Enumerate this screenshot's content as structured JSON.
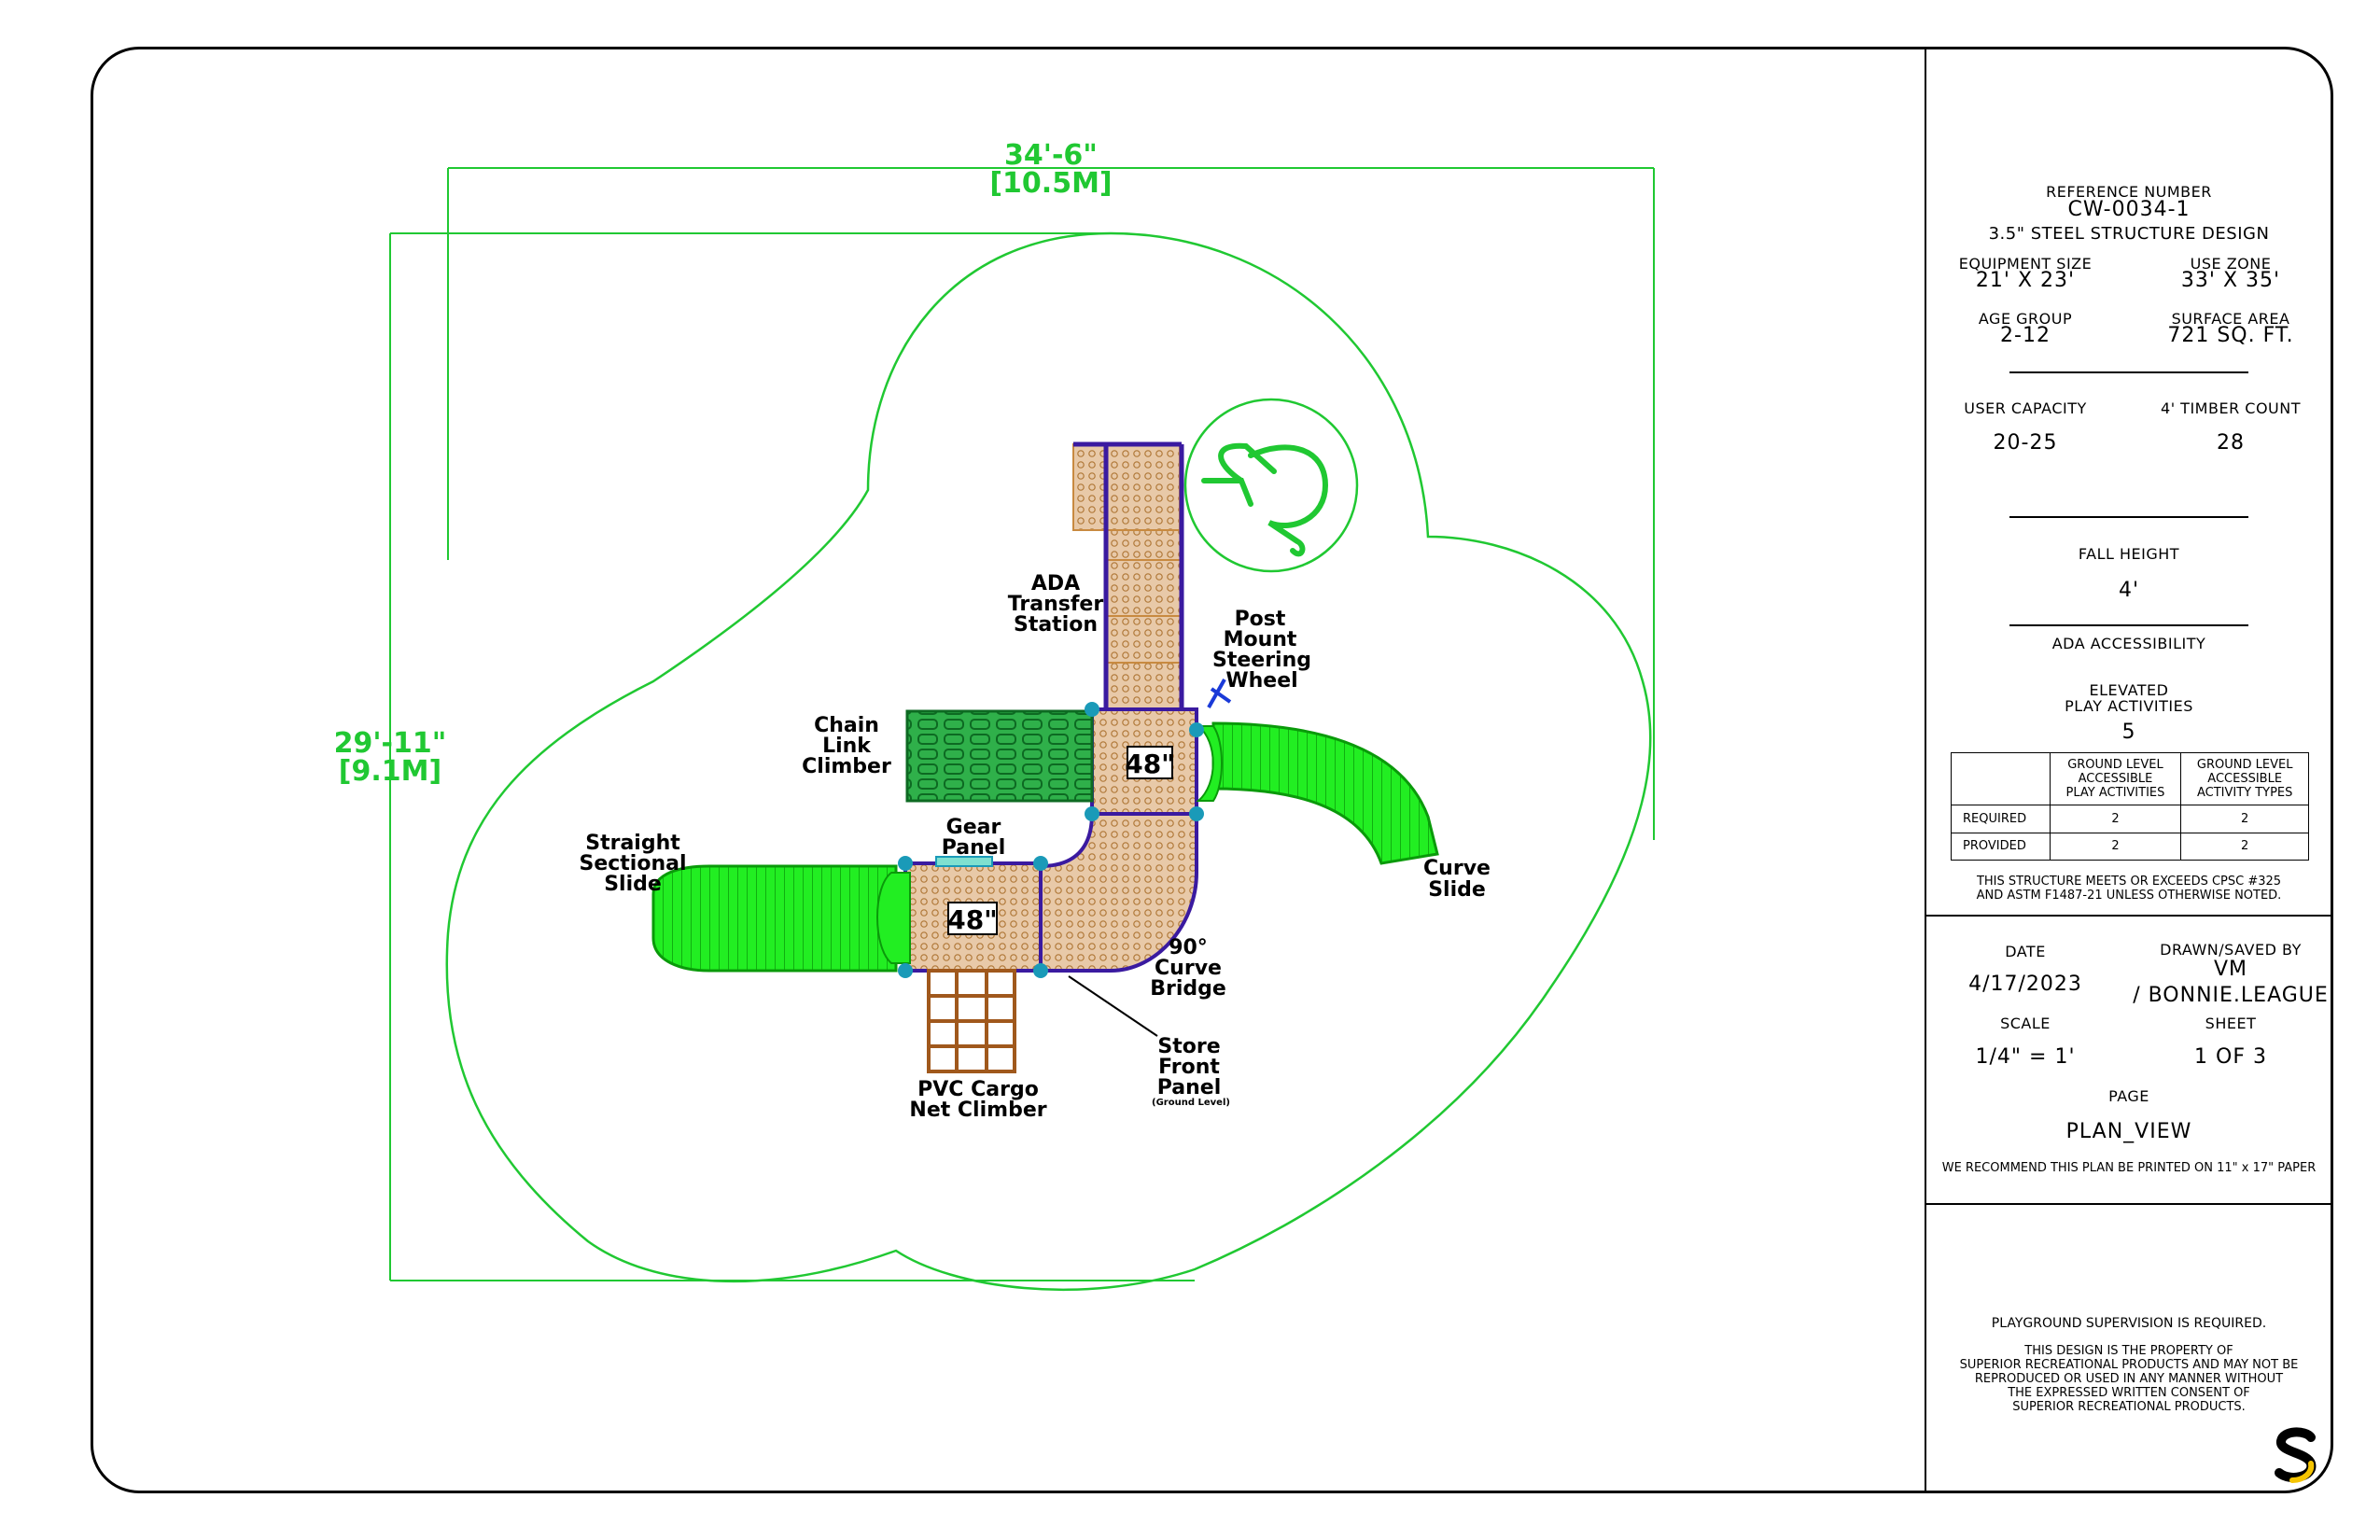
{
  "dimensions": {
    "width_ft": "34'-6\"",
    "width_m": "[10.5M]",
    "depth_ft": "29'-11\"",
    "depth_m": "[9.1M]"
  },
  "components": {
    "ada_transfer": [
      "ADA",
      "Transfer",
      "Station"
    ],
    "steering_wheel": [
      "Post",
      "Mount",
      "Steering",
      "Wheel"
    ],
    "chain_link": [
      "Chain",
      "Link",
      "Climber"
    ],
    "gear_panel": [
      "Gear",
      "Panel"
    ],
    "straight_slide": [
      "Straight",
      "Sectional",
      "Slide"
    ],
    "curve_slide": [
      "Curve",
      "Slide"
    ],
    "curve_bridge": [
      "90°",
      "Curve",
      "Bridge"
    ],
    "store_front": [
      "Store",
      "Front",
      "Panel"
    ],
    "store_front_note": "(Ground Level)",
    "cargo_net": [
      "PVC Cargo",
      "Net Climber"
    ],
    "deck_upper_height": "48\"",
    "deck_lower_height": "48\""
  },
  "title_block": {
    "ref_label": "REFERENCE NUMBER",
    "ref_number": "CW-0034-1",
    "design": "3.5\" STEEL STRUCTURE DESIGN",
    "equipment_size_label": "EQUIPMENT SIZE",
    "equipment_size": "21' X 23'",
    "use_zone_label": "USE ZONE",
    "use_zone": "33' X 35'",
    "age_group_label": "AGE GROUP",
    "age_group": "2-12",
    "surface_area_label": "SURFACE AREA",
    "surface_area": "721 SQ. FT.",
    "user_capacity_label": "USER CAPACITY",
    "user_capacity": "20-25",
    "timber_label": "4' TIMBER COUNT",
    "timber_count": "28",
    "fall_height_label": "FALL HEIGHT",
    "fall_height": "4'",
    "ada_label": "ADA ACCESSIBILITY",
    "elevated_label_1": "ELEVATED",
    "elevated_label_2": "PLAY ACTIVITIES",
    "elevated_count": "5",
    "table": {
      "col1": [
        "GROUND LEVEL",
        "ACCESSIBLE",
        "PLAY ACTIVITIES"
      ],
      "col2": [
        "GROUND LEVEL",
        "ACCESSIBLE",
        "ACTIVITY TYPES"
      ],
      "rows": [
        {
          "label": "REQUIRED",
          "v1": "2",
          "v2": "2"
        },
        {
          "label": "PROVIDED",
          "v1": "2",
          "v2": "2"
        }
      ]
    },
    "compliance_1": "THIS STRUCTURE MEETS OR EXCEEDS CPSC #325",
    "compliance_2": "AND ASTM F1487-21 UNLESS OTHERWISE NOTED.",
    "date_label": "DATE",
    "date": "4/17/2023",
    "drawn_label": "DRAWN/SAVED BY",
    "drawn_1": "VM",
    "drawn_2": "/ BONNIE.LEAGUE",
    "scale_label": "SCALE",
    "scale": "1/4\" = 1'",
    "sheet_label": "SHEET",
    "sheet": "1 OF 3",
    "page_label": "PAGE",
    "page": "PLAN_VIEW",
    "print_note": "WE RECOMMEND THIS PLAN BE PRINTED ON 11\" x 17\" PAPER",
    "supervision": "PLAYGROUND SUPERVISION IS REQUIRED.",
    "legal": [
      "THIS DESIGN IS THE PROPERTY OF",
      "SUPERIOR RECREATIONAL PRODUCTS AND MAY NOT BE",
      "REPRODUCED OR USED IN ANY MANNER WITHOUT",
      "THE EXPRESSED WRITTEN CONSENT OF",
      "SUPERIOR RECREATIONAL PRODUCTS."
    ]
  },
  "colors": {
    "dimension_green": "#20c832",
    "slide_green": "#22ee22",
    "deck_tan": "#e8c9a8",
    "rail_purple": "#3a1aa0",
    "post_teal": "#1a9ab8",
    "net_brown": "#a0581c"
  },
  "icons": [
    "wheelchair-icon",
    "steering-wheel-icon",
    "brand-logo-icon"
  ]
}
